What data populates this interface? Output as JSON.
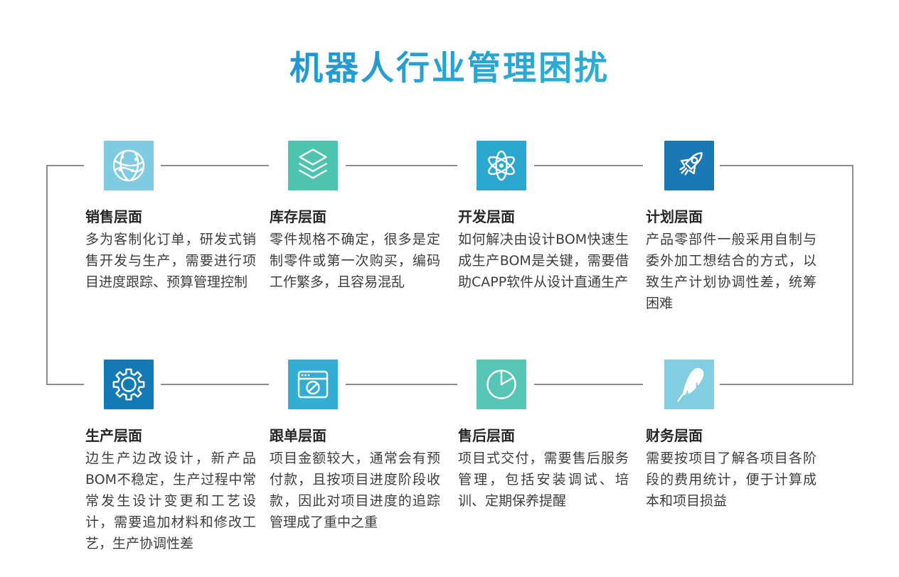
{
  "title": "机器人行业管理困扰",
  "colors": {
    "title_gradient_start": "#1a86ca",
    "title_gradient_end": "#3fc3cd",
    "connector_line": "#8d8d8d",
    "card_title_text": "#262626",
    "card_body_text": "#3d3d3d"
  },
  "cards": [
    {
      "title": "销售层面",
      "body": "多为客制化订单，研发式销售开发与生产，需要进行项目进度跟踪、预算管理控制",
      "icon": "globe-network-icon",
      "color": "#7fcbe2"
    },
    {
      "title": "库存层面",
      "body": "零件规格不确定，很多是定制零件或第一次购买，编码工作繁多，且容易混乱",
      "icon": "layers-icon",
      "color": "#4ec4af"
    },
    {
      "title": "开发层面",
      "body": "如何解决由设计BOM快速生成生产BOM是关键，需要借助CAPP软件从设计直通生产",
      "icon": "atom-icon",
      "color": "#2aa8d0"
    },
    {
      "title": "计划层面",
      "body": "产品零部件一般采用自制与委外加工想结合的方式，以致生产计划协调性差，统筹困难",
      "icon": "rocket-icon",
      "color": "#1a79b5"
    },
    {
      "title": "生产层面",
      "body": "边生产边改设计，新产品BOM不稳定，生产过程中常常发生设计变更和工艺设计，需要追加材料和修改工艺，生产协调性差",
      "icon": "gear-icon",
      "color": "#147ab6"
    },
    {
      "title": "跟单层面",
      "body": "项目金额较大，通常会有预付款，且按项目进度阶段收款，因此对项目进度的追踪管理成了重中之重",
      "icon": "browser-compass-icon",
      "color": "#33add2"
    },
    {
      "title": "售后层面",
      "body": "项目式交付，需要售后服务管理，包括安装调试、培训、定期保养提醒",
      "icon": "pie-chart-icon",
      "color": "#57c6b7"
    },
    {
      "title": "财务层面",
      "body": "需要按项目了解各项目各阶段的费用统计，便于计算成本和项目损益",
      "icon": "feather-icon",
      "color": "#83cde3"
    }
  ]
}
